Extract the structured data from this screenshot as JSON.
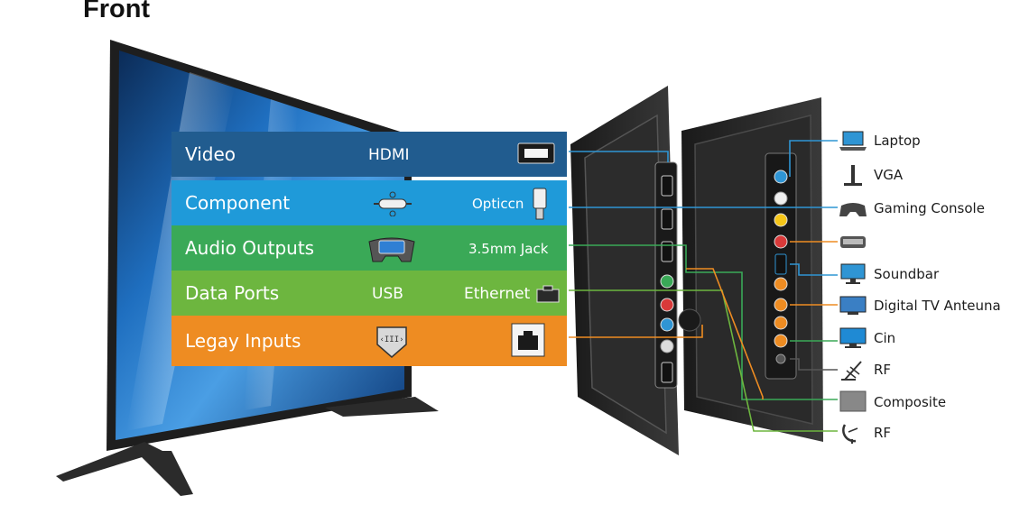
{
  "header": {
    "title": "Front"
  },
  "legend": {
    "rows": [
      {
        "label": "Video",
        "text1": "HDMI",
        "text2": "",
        "color": "#215c8f",
        "icons": [
          "hdmi-port-icon"
        ]
      },
      {
        "label": "Component",
        "text1": "",
        "text2": "Opticcn",
        "color": "#1f9ad9",
        "icons": [
          "component-plug-icon",
          "optical-plug-icon"
        ]
      },
      {
        "label": "Audio Outputs",
        "text1": "",
        "text2": "3.5mm Jack",
        "color": "#3aa957",
        "icons": [
          "vga-connector-icon"
        ]
      },
      {
        "label": "Data Ports",
        "text1": "USB",
        "text2": "Ethernet",
        "color": "#6db63f",
        "icons": [
          "ethernet-port-icon"
        ]
      },
      {
        "label": "Legay Inputs",
        "text1": "",
        "text2": "",
        "color": "#ee8c22",
        "icons": [
          "scart-port-icon",
          "rj45-port-icon"
        ]
      }
    ]
  },
  "devices": [
    {
      "label": "Laptop",
      "icon": "laptop-icon",
      "line_color": "#2f95d4"
    },
    {
      "label": "VGA",
      "icon": "vga-stand-icon",
      "line_color": "#2f95d4"
    },
    {
      "label": "Gaming Console",
      "icon": "gamepad-icon",
      "line_color": "#2f95d4"
    },
    {
      "label": "",
      "icon": "controller-icon",
      "line_color": "#ee8c22"
    },
    {
      "label": "Soundbar",
      "icon": "monitor-icon",
      "line_color": "#2f95d4"
    },
    {
      "label": "Digital TV Anteuna",
      "icon": "tv-icon",
      "line_color": "#ee8c22"
    },
    {
      "label": "Cin",
      "icon": "display-icon",
      "line_color": "#3aa957"
    },
    {
      "label": "RF",
      "icon": "antenna-icon",
      "line_color": "#555555"
    },
    {
      "label": "Composite",
      "icon": "box-icon",
      "line_color": "#ee8c22"
    },
    {
      "label": "RF",
      "icon": "dish-icon",
      "line_color": "#3aa957"
    }
  ]
}
